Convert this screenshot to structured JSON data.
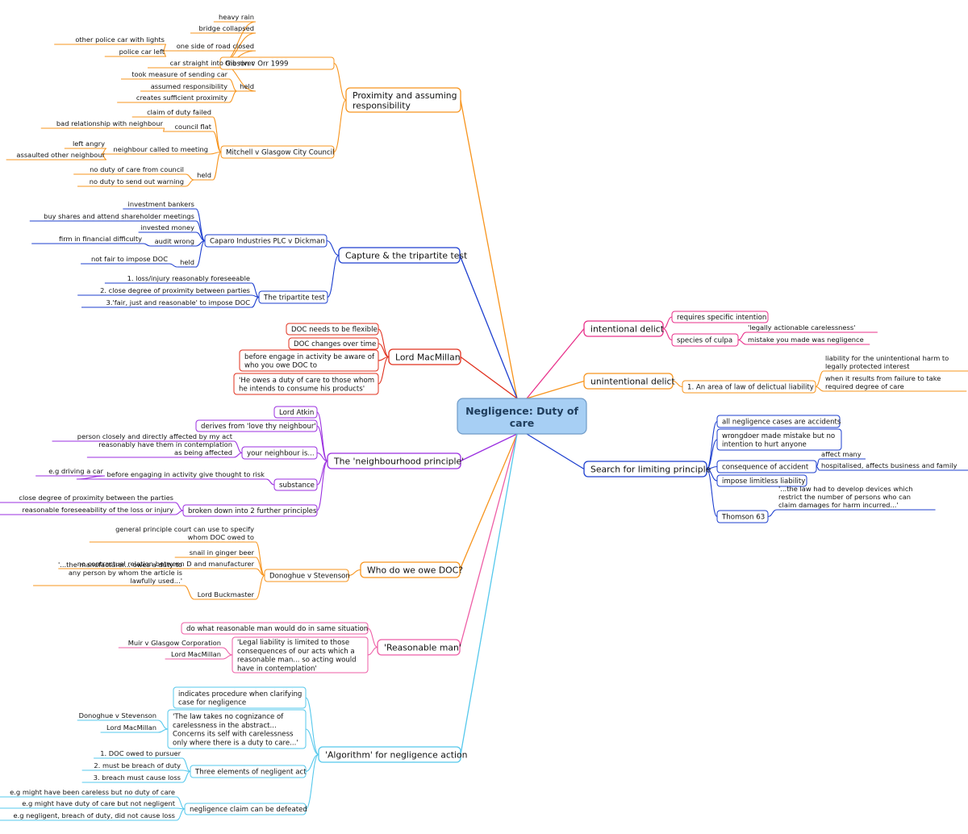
{
  "colors": {
    "orange": "#f7941d",
    "blue": "#1d3fcf",
    "red": "#e0301e",
    "purple": "#9b2fe0",
    "pink": "#ee5ea6",
    "cyan": "#55c8ec",
    "magenta": "#e8308a",
    "root_fill": "#a7cff4",
    "root_stroke": "#6f9bc8"
  },
  "root": {
    "label": [
      "Negligence: Duty of",
      "care"
    ]
  },
  "branches": [
    {
      "id": "proximity",
      "color": "orange",
      "label": [
        "Proximity and assuming",
        "responsibility"
      ],
      "children": [
        {
          "id": "gibson",
          "label": [
            "Gibson v Orr 1999"
          ],
          "box": true,
          "children": [
            {
              "label": [
                "heavy rain"
              ]
            },
            {
              "label": [
                "bridge collapsed"
              ]
            },
            {
              "label": [
                "one side of road closed"
              ],
              "children": [
                {
                  "label": [
                    "other police car with lights"
                  ]
                },
                {
                  "label": [
                    "police car left"
                  ]
                }
              ]
            },
            {
              "label": [
                "car straight into the river"
              ]
            },
            {
              "label": [
                "held"
              ],
              "children": [
                {
                  "label": [
                    "took measure of sending car"
                  ]
                },
                {
                  "label": [
                    "assumed responsibility"
                  ]
                },
                {
                  "label": [
                    "creates sufficient proximity"
                  ]
                }
              ]
            }
          ]
        },
        {
          "id": "mitchell",
          "label": [
            "Mitchell v Glasgow City Council"
          ],
          "box": true,
          "children": [
            {
              "label": [
                "claim of duty failed"
              ]
            },
            {
              "label": [
                "council flat"
              ],
              "children": [
                {
                  "label": [
                    "bad relationship with neighbour"
                  ]
                }
              ]
            },
            {
              "label": [
                "neighbour called to meeting"
              ],
              "children": [
                {
                  "label": [
                    "left angry"
                  ]
                },
                {
                  "label": [
                    "assaulted other neighbour"
                  ]
                }
              ]
            },
            {
              "label": [
                "held"
              ],
              "children": [
                {
                  "label": [
                    "no duty of care from council"
                  ]
                },
                {
                  "label": [
                    "no duty to send out warning"
                  ]
                }
              ]
            }
          ]
        }
      ]
    },
    {
      "id": "capture",
      "color": "blue",
      "label": [
        "Capture & the tripartite test"
      ],
      "children": [
        {
          "id": "caparo",
          "label": [
            "Caparo Industries PLC v Dickman"
          ],
          "box": true,
          "children": [
            {
              "label": [
                "investment bankers"
              ]
            },
            {
              "label": [
                "buy shares and attend shareholder meetings"
              ]
            },
            {
              "label": [
                "invested money"
              ]
            },
            {
              "label": [
                "audit wrong"
              ],
              "children": [
                {
                  "label": [
                    "firm in financial difficulty"
                  ]
                }
              ]
            },
            {
              "label": [
                "held"
              ],
              "children": [
                {
                  "label": [
                    "not fair to impose DOC"
                  ]
                }
              ]
            }
          ]
        },
        {
          "id": "tripartite",
          "label": [
            "The tripartite test"
          ],
          "box": true,
          "children": [
            {
              "label": [
                "1. loss/injury reasonably foreseeable"
              ]
            },
            {
              "label": [
                "2. close degree of proximity between parties"
              ]
            },
            {
              "label": [
                "3.'fair, just and reasonable' to impose DOC"
              ]
            }
          ]
        }
      ]
    },
    {
      "id": "macmillan",
      "color": "red",
      "label": [
        "Lord MacMillan"
      ],
      "children": [
        {
          "label": [
            "DOC needs to be flexible"
          ],
          "box": true
        },
        {
          "label": [
            "DOC changes over time"
          ],
          "box": true
        },
        {
          "label": [
            "before engage in activity be aware of",
            "who you owe DOC to"
          ],
          "box": true
        },
        {
          "label": [
            "'He owes a duty of care to those whom",
            "he intends to consume his products'"
          ],
          "box": true
        }
      ]
    },
    {
      "id": "neighbourhood",
      "color": "purple",
      "label": [
        "The 'neighbourhood principle'"
      ],
      "children": [
        {
          "label": [
            "Lord Atkin"
          ],
          "box": true
        },
        {
          "label": [
            "derives from 'love thy neighbour'"
          ],
          "box": true
        },
        {
          "label": [
            "your neighbour is..."
          ],
          "box": true,
          "children": [
            {
              "label": [
                "person closely and directly affected by my act"
              ]
            },
            {
              "label": [
                "reasonably have them in contemplation",
                "as being affected"
              ]
            }
          ]
        },
        {
          "label": [
            "substance"
          ],
          "box": true,
          "children": [
            {
              "label": [
                "before engaging in activity give thought to risk"
              ],
              "children": [
                {
                  "label": [
                    "e.g driving a car"
                  ]
                }
              ]
            }
          ]
        },
        {
          "label": [
            "broken down into 2 further principles"
          ],
          "box": true,
          "children": [
            {
              "label": [
                "close degree of proximity between the parties"
              ]
            },
            {
              "label": [
                "reasonable foreseeability of the loss or injury"
              ]
            }
          ]
        }
      ]
    },
    {
      "id": "whodoc",
      "color": "orange",
      "label": [
        "Who do we owe DOC?"
      ],
      "children": [
        {
          "label": [
            "Donoghue v Stevenson"
          ],
          "box": true,
          "children": [
            {
              "label": [
                "general principle court can use to specify",
                "whom DOC owed to"
              ]
            },
            {
              "label": [
                "snail in ginger beer"
              ]
            },
            {
              "label": [
                "no contractual relation between D and manufacturer"
              ]
            },
            {
              "label": [
                "Lord Buckmaster"
              ],
              "children": [
                {
                  "label": [
                    "'...the manufacturer... owes a duty to",
                    "any person by whom the article is",
                    "lawfully used...'"
                  ]
                }
              ]
            }
          ]
        }
      ]
    },
    {
      "id": "reasonable",
      "color": "pink",
      "label": [
        "'Reasonable man'"
      ],
      "children": [
        {
          "label": [
            "do what reasonable man would do in same situation"
          ],
          "box": true
        },
        {
          "label": [
            "'Legal liability is limited to those",
            "consequences of our acts which a",
            "reasonable man... so acting would",
            "have in contemplation'"
          ],
          "box": true,
          "children": [
            {
              "label": [
                "Muir v Glasgow Corporation"
              ]
            },
            {
              "label": [
                "Lord MacMillan"
              ]
            }
          ]
        }
      ]
    },
    {
      "id": "algorithm",
      "color": "cyan",
      "label": [
        "'Algorithm' for negligence action"
      ],
      "children": [
        {
          "label": [
            "indicates procedure when clarifying",
            "case for negligence"
          ],
          "box": true
        },
        {
          "label": [
            "'The law takes no cognizance of",
            "carelessness in the abstract...",
            "Concerns its self with carelessness",
            "only where there is a duty to care...'"
          ],
          "box": true,
          "children": [
            {
              "label": [
                "Donoghue v Stevenson"
              ]
            },
            {
              "label": [
                "Lord MacMillan"
              ]
            }
          ]
        },
        {
          "label": [
            "Three elements of negligent act"
          ],
          "box": true,
          "children": [
            {
              "label": [
                "1. DOC owed to pursuer"
              ]
            },
            {
              "label": [
                "2. must be breach of duty"
              ]
            },
            {
              "label": [
                "3. breach must cause loss"
              ]
            }
          ]
        },
        {
          "label": [
            "negligence claim can be defeated"
          ],
          "box": true,
          "children": [
            {
              "label": [
                "e.g might have been careless but no duty of care"
              ]
            },
            {
              "label": [
                "e.g might have duty of care but not negligent"
              ]
            },
            {
              "label": [
                "e.g negligent, breach of duty, did not cause loss"
              ]
            }
          ]
        }
      ]
    },
    {
      "id": "intentional",
      "color": "magenta",
      "label": [
        "intentional delict"
      ],
      "children": [
        {
          "label": [
            "requires specific intention"
          ],
          "box": true
        },
        {
          "label": [
            "species of culpa"
          ],
          "box": true,
          "children": [
            {
              "label": [
                "'legally actionable carelessness'"
              ]
            },
            {
              "label": [
                "mistake you made was negligence"
              ]
            }
          ]
        }
      ]
    },
    {
      "id": "unintentional",
      "color": "orange",
      "label": [
        "unintentional delict"
      ],
      "children": [
        {
          "label": [
            "1. An area of law of delictual liability"
          ],
          "box": true,
          "children": [
            {
              "label": [
                "liability for the unintentional harm to",
                "legally protected interest"
              ]
            },
            {
              "label": [
                "when it results from failure to take",
                "required degree of care"
              ]
            }
          ]
        }
      ]
    },
    {
      "id": "limiting",
      "color": "blue",
      "label": [
        "Search for limiting principle"
      ],
      "children": [
        {
          "label": [
            "all negligence cases are accidents"
          ],
          "box": true
        },
        {
          "label": [
            "wrongdoer made mistake but no",
            "intention to hurt anyone"
          ],
          "box": true
        },
        {
          "label": [
            "consequence of accident"
          ],
          "box": true,
          "children": [
            {
              "label": [
                "affect many"
              ]
            },
            {
              "label": [
                "hospitalised, affects business and family"
              ]
            }
          ]
        },
        {
          "label": [
            "impose limitless liability"
          ],
          "box": true
        },
        {
          "label": [
            "Thomson 63"
          ],
          "box": true,
          "children": [
            {
              "label": [
                "'...the law had to develop devices which",
                "restrict the number of persons who can",
                "claim damages for harm incurred...'"
              ]
            }
          ]
        }
      ]
    }
  ]
}
